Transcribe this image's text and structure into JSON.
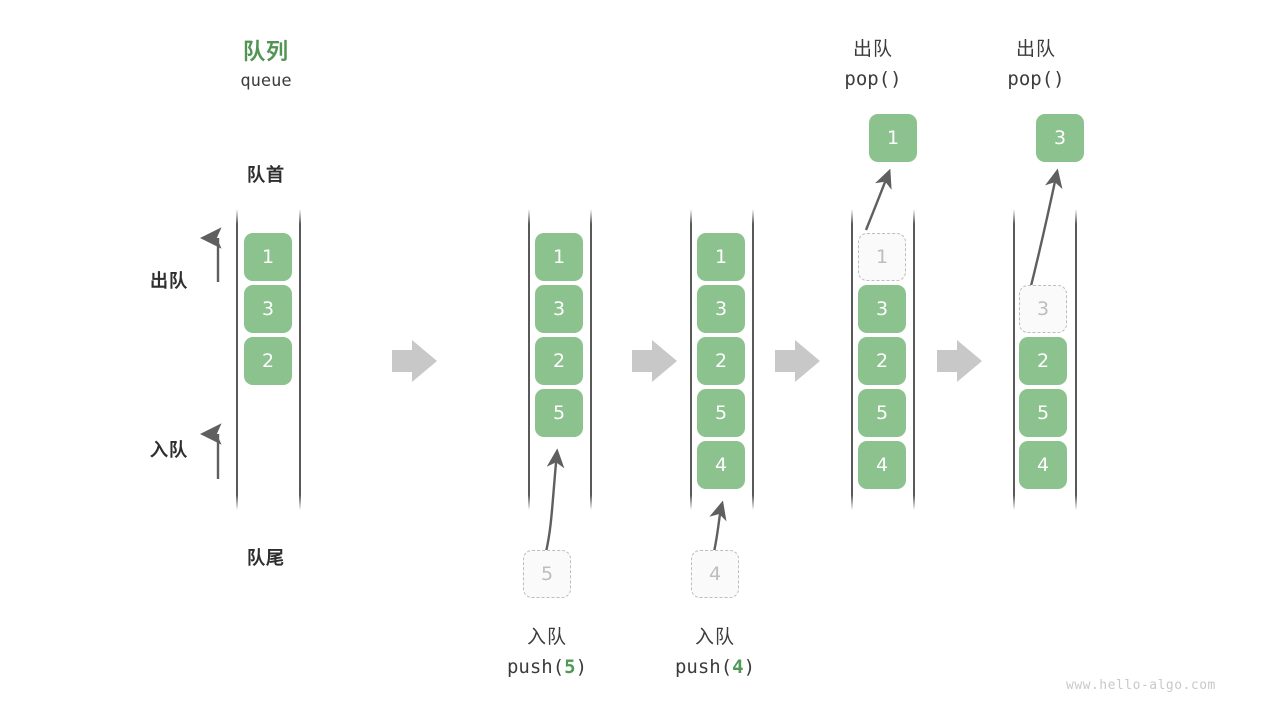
{
  "diagram": {
    "title_cn": "队列",
    "title_en": "queue",
    "head_label": "队首",
    "tail_label": "队尾",
    "dequeue_label": "出队",
    "enqueue_label": "入队",
    "watermark": "www.hello-algo.com",
    "colors": {
      "node_fill": "#8bc28d",
      "node_text": "#ffffff",
      "ghost_fill": "#fafafa",
      "ghost_border": "#bdbdbd",
      "ghost_text": "#bdbdbd",
      "title_green": "#519453",
      "arrow_gray": "#c8c8c8",
      "curve_gray": "#5f5f5f",
      "rail_gray": "#3c3c3c",
      "text_dark": "#2e2e2e",
      "watermark_gray": "#c9c9c9"
    }
  },
  "steps": [
    {
      "id": "initial",
      "caption_cn": "",
      "caption_code": "",
      "items": [
        "1",
        "3",
        "2"
      ],
      "ghost_top": null,
      "ghost_slot": null,
      "popped": null
    },
    {
      "id": "push-5",
      "caption_cn": "入队",
      "caption_code_prefix": "push(",
      "caption_code_arg": "5",
      "caption_code_suffix": ")",
      "items": [
        "1",
        "3",
        "2",
        "5"
      ],
      "incoming": "5",
      "popped": null
    },
    {
      "id": "push-4",
      "caption_cn": "入队",
      "caption_code_prefix": "push(",
      "caption_code_arg": "4",
      "caption_code_suffix": ")",
      "items": [
        "1",
        "3",
        "2",
        "5",
        "4"
      ],
      "incoming": "4",
      "popped": null
    },
    {
      "id": "pop-1",
      "caption_cn": "出队",
      "caption_code": "pop()",
      "items": [
        "3",
        "2",
        "5",
        "4"
      ],
      "ghost_value": "1",
      "ghost_slot": 0,
      "popped": "1"
    },
    {
      "id": "pop-3",
      "caption_cn": "出队",
      "caption_code": "pop()",
      "items": [
        "2",
        "5",
        "4"
      ],
      "ghost_value": "3",
      "ghost_slot": 1,
      "popped": "3"
    }
  ],
  "arrows": {
    "step_arrow_icon": "thick-right-arrow",
    "dequeue_arrow_icon": "up-arrow",
    "enqueue_arrow_icon": "up-arrow"
  }
}
